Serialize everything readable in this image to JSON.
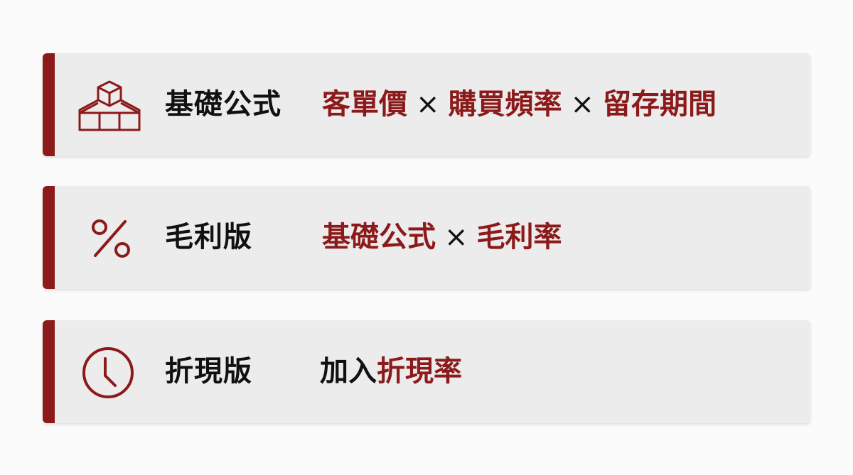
{
  "colors": {
    "accent": "#8c1a1a",
    "card_bg": "#ececec",
    "text": "#111111"
  },
  "rows": [
    {
      "icon": "stacked-boxes-icon",
      "label": "基礎公式",
      "formula": {
        "t1": "客單價",
        "op1": "×",
        "t2": "購買頻率",
        "op2": "×",
        "t3": "留存期間"
      }
    },
    {
      "icon": "percent-icon",
      "label": "毛利版",
      "formula": {
        "t1": "基礎公式",
        "op1": "×",
        "t2": "毛利率"
      }
    },
    {
      "icon": "clock-icon",
      "label": "折現版",
      "formula": {
        "prefix": "加入",
        "t1": "折現率"
      }
    }
  ]
}
